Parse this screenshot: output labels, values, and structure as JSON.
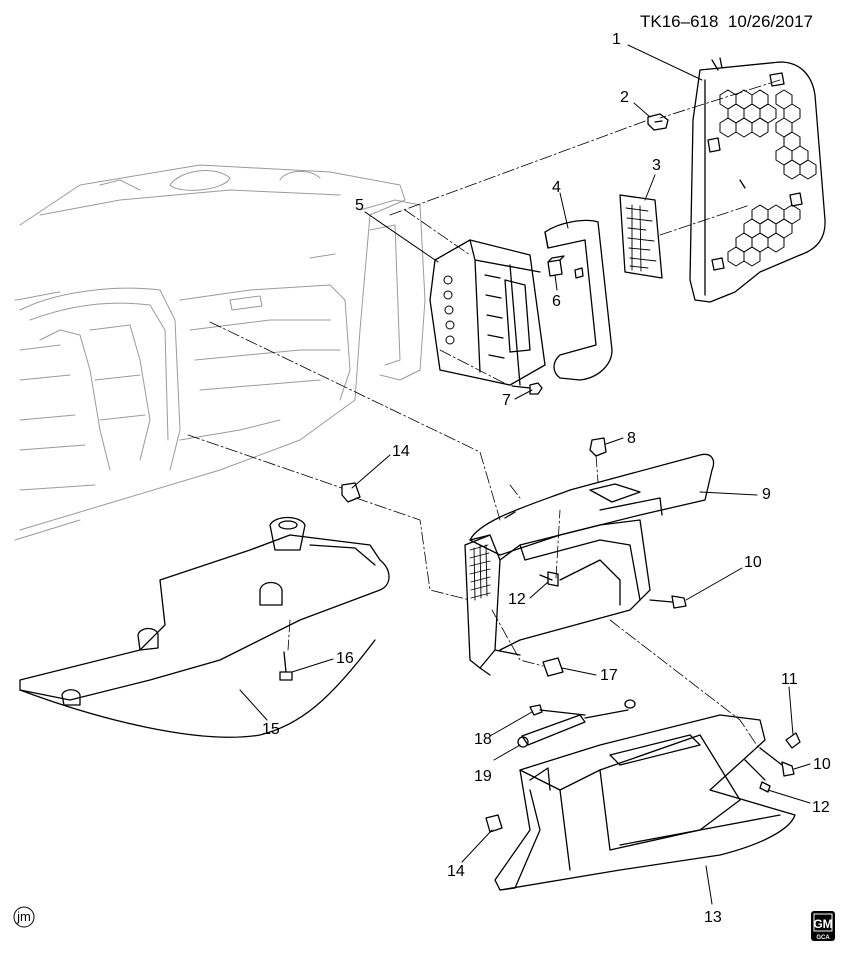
{
  "header": {
    "code": "TK16–618",
    "date": "10/26/2017"
  },
  "callouts": [
    {
      "id": "c1",
      "label": "1"
    },
    {
      "id": "c2",
      "label": "2"
    },
    {
      "id": "c3",
      "label": "3"
    },
    {
      "id": "c4",
      "label": "4"
    },
    {
      "id": "c5",
      "label": "5"
    },
    {
      "id": "c6",
      "label": "6"
    },
    {
      "id": "c7",
      "label": "7"
    },
    {
      "id": "c8",
      "label": "8"
    },
    {
      "id": "c9",
      "label": "9"
    },
    {
      "id": "c10a",
      "label": "10"
    },
    {
      "id": "c10b",
      "label": "10"
    },
    {
      "id": "c11",
      "label": "11"
    },
    {
      "id": "c12a",
      "label": "12"
    },
    {
      "id": "c12b",
      "label": "12"
    },
    {
      "id": "c13",
      "label": "13"
    },
    {
      "id": "c14a",
      "label": "14"
    },
    {
      "id": "c14b",
      "label": "14"
    },
    {
      "id": "c15",
      "label": "15"
    },
    {
      "id": "c16",
      "label": "16"
    },
    {
      "id": "c17",
      "label": "17"
    },
    {
      "id": "c18",
      "label": "18"
    },
    {
      "id": "c19",
      "label": "19"
    }
  ],
  "footer": {
    "artist_initials": "jm",
    "brand": "GM",
    "brand_sub": "GCA"
  }
}
